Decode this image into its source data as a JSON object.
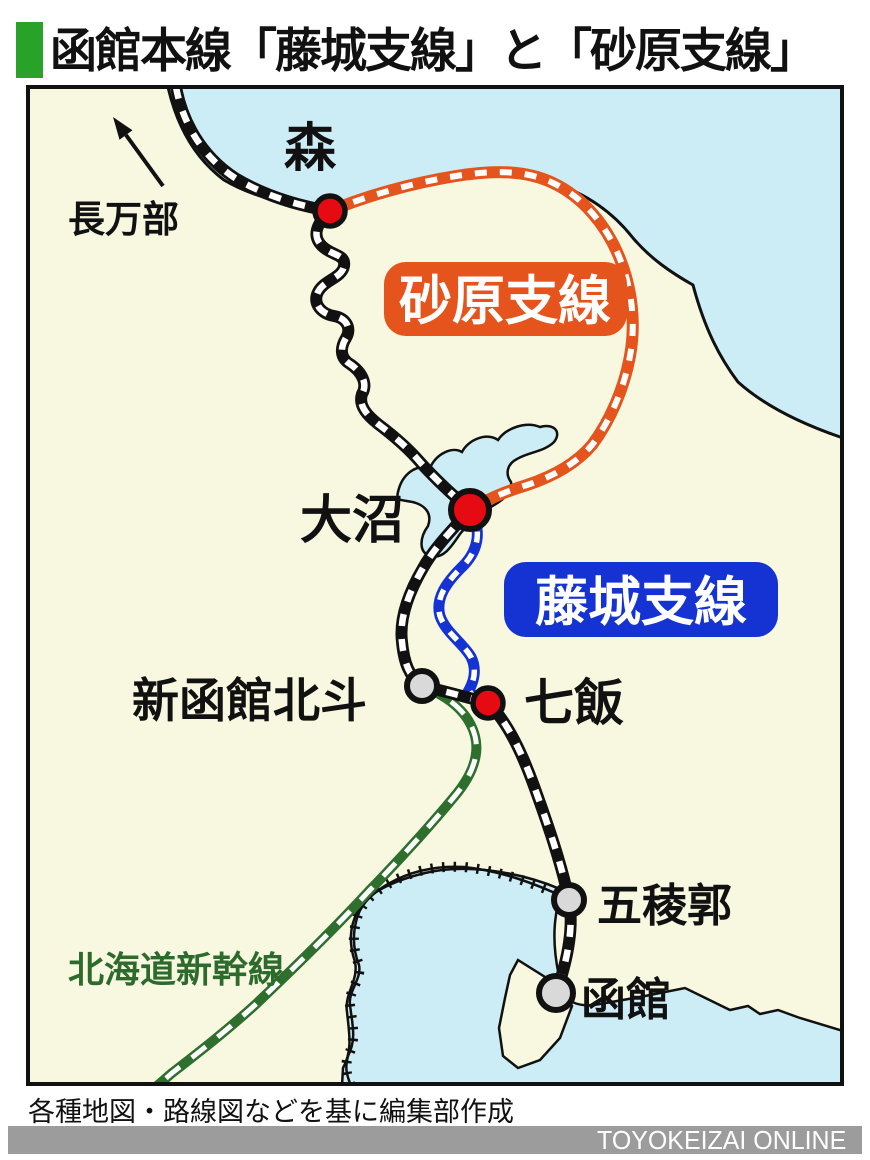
{
  "header": {
    "title": "函館本線「藤城支線」と「砂原支線」",
    "bullet_color": "#28a228"
  },
  "map": {
    "direction_label": "長万部",
    "stations": [
      {
        "label": "森",
        "marker": "red"
      },
      {
        "label": "大沼",
        "marker": "red"
      },
      {
        "label": "七飯",
        "marker": "red"
      },
      {
        "label": "新函館北斗",
        "marker": "gray"
      },
      {
        "label": "五稜郭",
        "marker": "gray"
      },
      {
        "label": "函館",
        "marker": "gray"
      }
    ],
    "line_labels": {
      "sawara": {
        "text": "砂原支線",
        "color": "#e5541c"
      },
      "fujishiro": {
        "text": "藤城支線",
        "color": "#1532d2"
      },
      "shinkansen": {
        "text": "北海道新幹線",
        "color": "#2d6b2d"
      }
    },
    "colors": {
      "land": "#f8f8e1",
      "water": "#cdedf6",
      "main_line": "#111111",
      "sawara_line": "#e5541c",
      "fujishiro_line": "#1532d2",
      "shinkansen_line": "#2e6f2e",
      "station_red": "#e60a12",
      "station_gray": "#d9d9d9"
    }
  },
  "footer": {
    "caption": "各種地図・路線図などを基に編集部作成",
    "brand": "TOYOKEIZAI ONLINE"
  }
}
